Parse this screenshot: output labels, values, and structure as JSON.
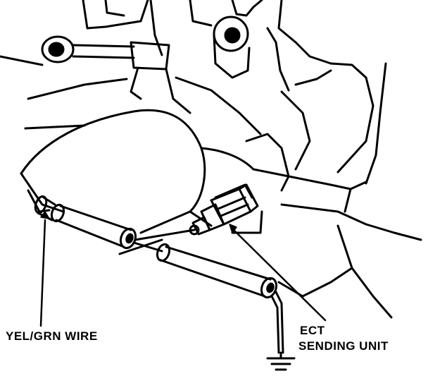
{
  "labels": {
    "wire": "YEL/GRN WIRE",
    "ect_line1": "ECT",
    "ect_line2": "SENDING UNIT"
  },
  "colors": {
    "ink": "#000000",
    "paper": "#ffffff"
  },
  "icons": {
    "ground": "ground-symbol-icon"
  }
}
